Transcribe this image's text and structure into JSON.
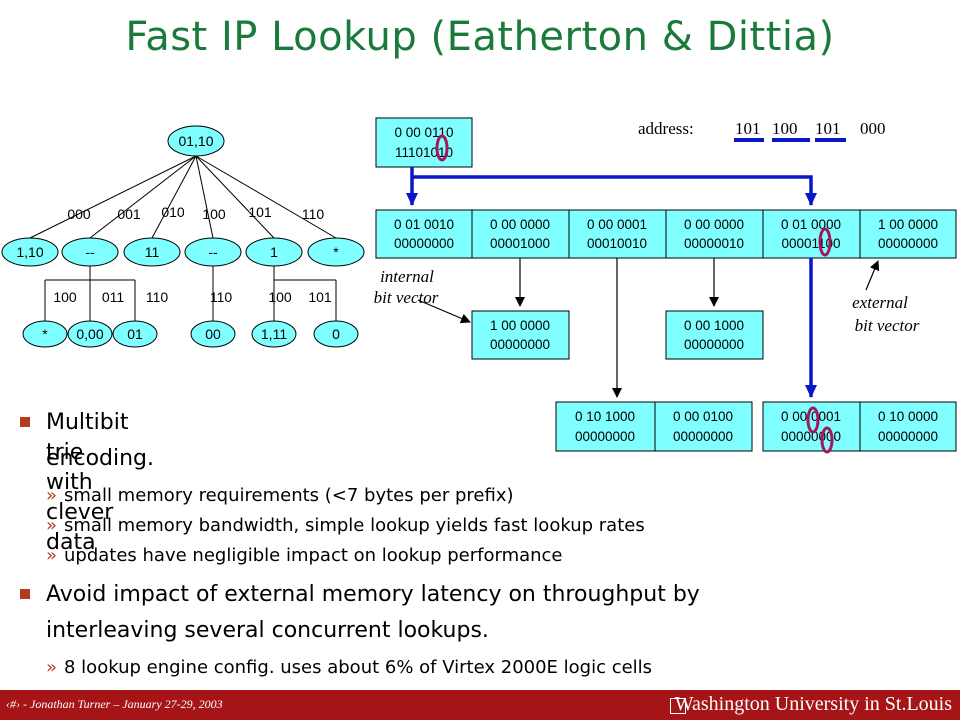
{
  "title": "Fast IP Lookup (Eatherton & Dittia)",
  "address": {
    "label": "address:",
    "parts": [
      "101",
      "100",
      "101",
      "000"
    ]
  },
  "trie": {
    "root": "01,10",
    "level1_edges": [
      "000",
      "001",
      "010",
      "100",
      "101",
      "110"
    ],
    "level1_nodes": [
      "1,10",
      "--",
      "11",
      "--",
      "1",
      "*"
    ],
    "level2_edges": [
      "100",
      "011",
      "110",
      "110",
      "100",
      "101"
    ],
    "level2_nodes": [
      "*",
      "0,00",
      "01",
      "00",
      "1,11",
      "0"
    ]
  },
  "memory": {
    "top": [
      "0 00 0110",
      "11101010"
    ],
    "row1": [
      [
        "0 01 0010",
        "00000000"
      ],
      [
        "0 00 0000",
        "00001000"
      ],
      [
        "0 00 0001",
        "00010010"
      ],
      [
        "0 00 0000",
        "00000010"
      ],
      [
        "0 01 0000",
        "00001100"
      ],
      [
        "1 00 0000",
        "00000000"
      ]
    ],
    "mid_left": [
      "1 00 0000",
      "00000000"
    ],
    "mid_right": [
      "0 00 1000",
      "00000000"
    ],
    "bottom_left": [
      [
        "0 10 1000",
        "00000000"
      ],
      [
        "0 00 0100",
        "00000000"
      ]
    ],
    "bottom_right": [
      [
        "0 00 0001",
        "00000000"
      ],
      [
        "0 10 0000",
        "00000000"
      ]
    ]
  },
  "labels": {
    "internal": [
      "internal",
      "bit vector"
    ],
    "external": [
      "external",
      "bit vector"
    ]
  },
  "bullets": [
    {
      "text": "Multibit trie with clever data encoding.",
      "subs": [
        "small memory requirements (<7 bytes per prefix)",
        "small memory bandwidth, simple lookup yields fast lookup rates",
        "updates have negligible impact on lookup performance"
      ]
    },
    {
      "text": "Avoid impact of external memory latency on throughput by interleaving several concurrent lookups.",
      "subs": [
        "8 lookup engine config. uses about 6% of Virtex 2000E logic cells"
      ]
    }
  ],
  "bullet_lines": {
    "b1_line1": "Multibit trie with clever data",
    "b1_line2": "encoding.",
    "b2_line1": "Avoid impact of external memory latency on throughput by",
    "b2_line2": "interleaving several concurrent lookups."
  },
  "sub_marker": "»",
  "footer": {
    "left": "‹#› - Jonathan Turner – January 27-29, 2003",
    "right": "Washington University in St.Louis"
  },
  "colors": {
    "title": "#1a7a3c",
    "box_fill": "#7fffff",
    "arrow": "#0a17c9",
    "highlight": "#a3185a",
    "footer": "#a51417",
    "bullet": "#b53a1f"
  }
}
